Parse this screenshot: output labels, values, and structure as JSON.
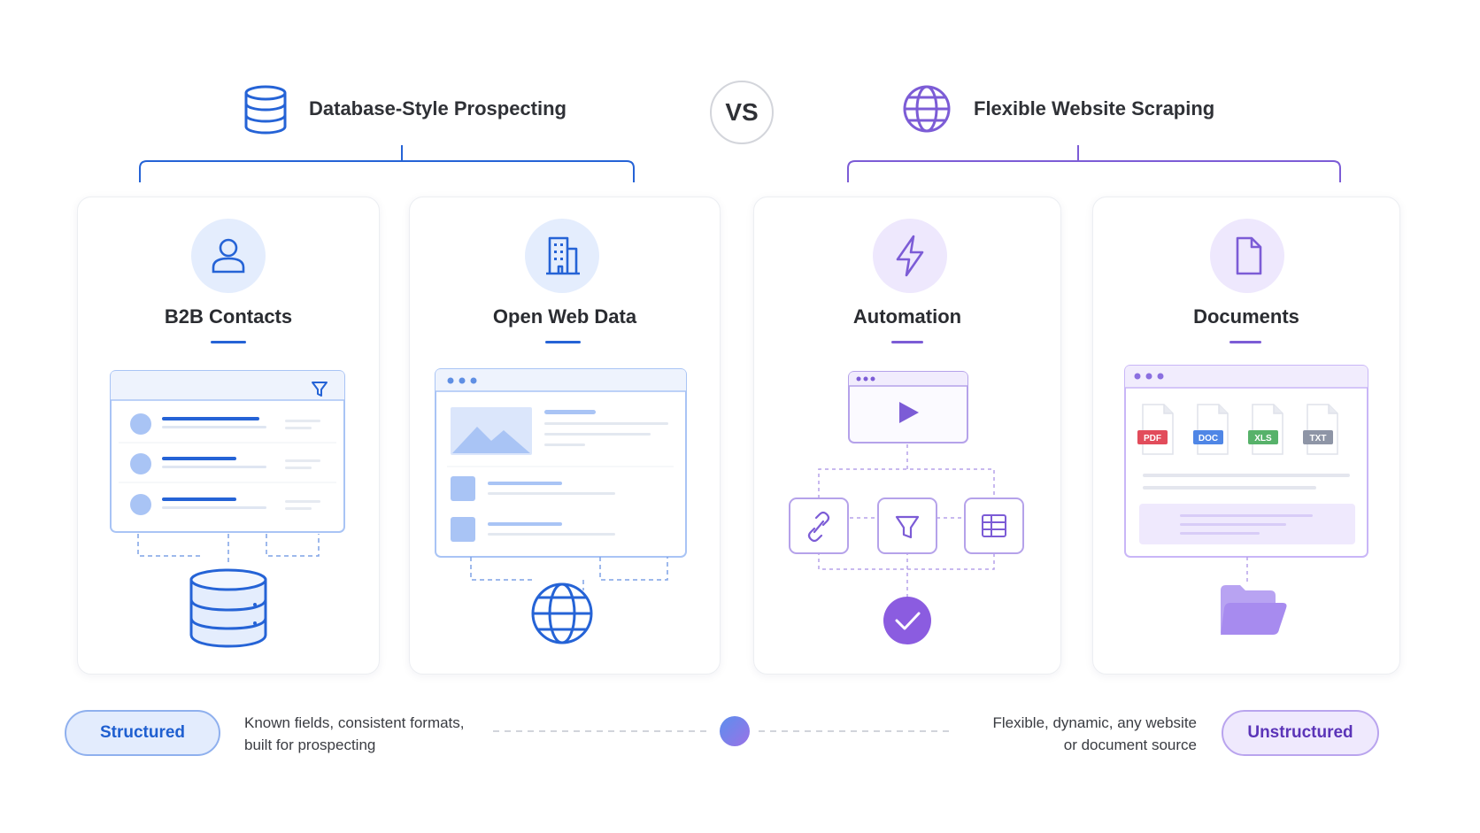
{
  "headings": {
    "left": "Database-Style Prospecting",
    "vs": "VS",
    "right": "Flexible Website Scraping"
  },
  "cards": [
    {
      "title": "B2B Contacts"
    },
    {
      "title": "Open Web Data"
    },
    {
      "title": "Automation"
    },
    {
      "title": "Documents"
    }
  ],
  "file_types": [
    "PDF",
    "DOC",
    "XLS",
    "TXT"
  ],
  "footer": {
    "left_pill": "Structured",
    "left_desc_line1": "Known fields, consistent formats,",
    "left_desc_line2": "built for prospecting",
    "right_desc_line1": "Flexible, dynamic, any website",
    "right_desc_line2": "or document source",
    "right_pill": "Unstructured"
  },
  "colors": {
    "blue": "#2563d6",
    "purple": "#7c5cd6",
    "light_blue": "#a9c4f5",
    "light_purple": "#c9b6f7"
  }
}
